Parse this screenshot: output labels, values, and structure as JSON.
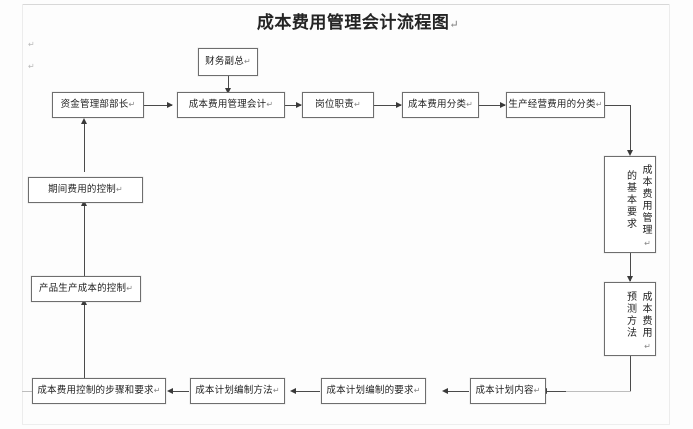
{
  "document": {
    "title": "成本费用管理会计流程图",
    "title_tail": "↵",
    "type": "flowchart",
    "margin_marks": [
      "↵",
      "↵"
    ]
  },
  "nodes": {
    "finance_vp": {
      "label": "财务副总",
      "tail": "↵",
      "orientation": "horizontal"
    },
    "fund_dept_head": {
      "label": "资金管理部部长",
      "tail": "↵",
      "orientation": "horizontal"
    },
    "cost_mgmt_accounting": {
      "label": "成本费用管理会计",
      "tail": "↵",
      "orientation": "horizontal"
    },
    "job_duties": {
      "label": "岗位职责",
      "tail": "↵",
      "orientation": "horizontal"
    },
    "cost_classification": {
      "label": "成本费用分类",
      "tail": "↵",
      "orientation": "horizontal"
    },
    "operating_cost_class": {
      "label": "生产经营费用的分类",
      "tail": "↵",
      "orientation": "horizontal"
    },
    "basic_requirements": {
      "label": "成本费用管理的基本要求",
      "tail": "↵",
      "orientation": "vertical"
    },
    "forecast_methods": {
      "label": "成本费用预测方法",
      "tail": "↵",
      "orientation": "vertical"
    },
    "plan_content": {
      "label": "成本计划内容",
      "tail": "↵",
      "orientation": "horizontal"
    },
    "plan_requirements": {
      "label": "成本计划编制的要求",
      "tail": "↵",
      "orientation": "horizontal"
    },
    "plan_methods": {
      "label": "成本计划编制方法",
      "tail": "↵",
      "orientation": "horizontal"
    },
    "control_steps": {
      "label": "成本费用控制的步骤和要求",
      "tail": "↵",
      "orientation": "horizontal"
    },
    "product_cost_control": {
      "label": "产品生产成本的控制",
      "tail": "↵",
      "orientation": "horizontal"
    },
    "period_expense_control": {
      "label": "期间费用的控制",
      "tail": "↵",
      "orientation": "horizontal"
    }
  },
  "flow": {
    "edges": [
      {
        "from": "finance_vp",
        "to": "cost_mgmt_accounting",
        "direction": "down"
      },
      {
        "from": "fund_dept_head",
        "to": "cost_mgmt_accounting",
        "direction": "right"
      },
      {
        "from": "cost_mgmt_accounting",
        "to": "job_duties",
        "direction": "right"
      },
      {
        "from": "job_duties",
        "to": "cost_classification",
        "direction": "right"
      },
      {
        "from": "cost_classification",
        "to": "operating_cost_class",
        "direction": "right"
      },
      {
        "from": "operating_cost_class",
        "to": "basic_requirements",
        "direction": "down"
      },
      {
        "from": "basic_requirements",
        "to": "forecast_methods",
        "direction": "down"
      },
      {
        "from": "forecast_methods",
        "to": "plan_content",
        "direction": "left"
      },
      {
        "from": "plan_content",
        "to": "plan_requirements",
        "direction": "left"
      },
      {
        "from": "plan_requirements",
        "to": "plan_methods",
        "direction": "left"
      },
      {
        "from": "plan_methods",
        "to": "control_steps",
        "direction": "left"
      },
      {
        "from": "control_steps",
        "to": "product_cost_control",
        "direction": "up"
      },
      {
        "from": "product_cost_control",
        "to": "period_expense_control",
        "direction": "up"
      },
      {
        "from": "period_expense_control",
        "to": "fund_dept_head",
        "direction": "up"
      }
    ]
  },
  "colors": {
    "box_border": "#6e6e6e",
    "connector": "#4a4a4a",
    "text": "#1f1f1f",
    "background": "#fdfdfd"
  }
}
